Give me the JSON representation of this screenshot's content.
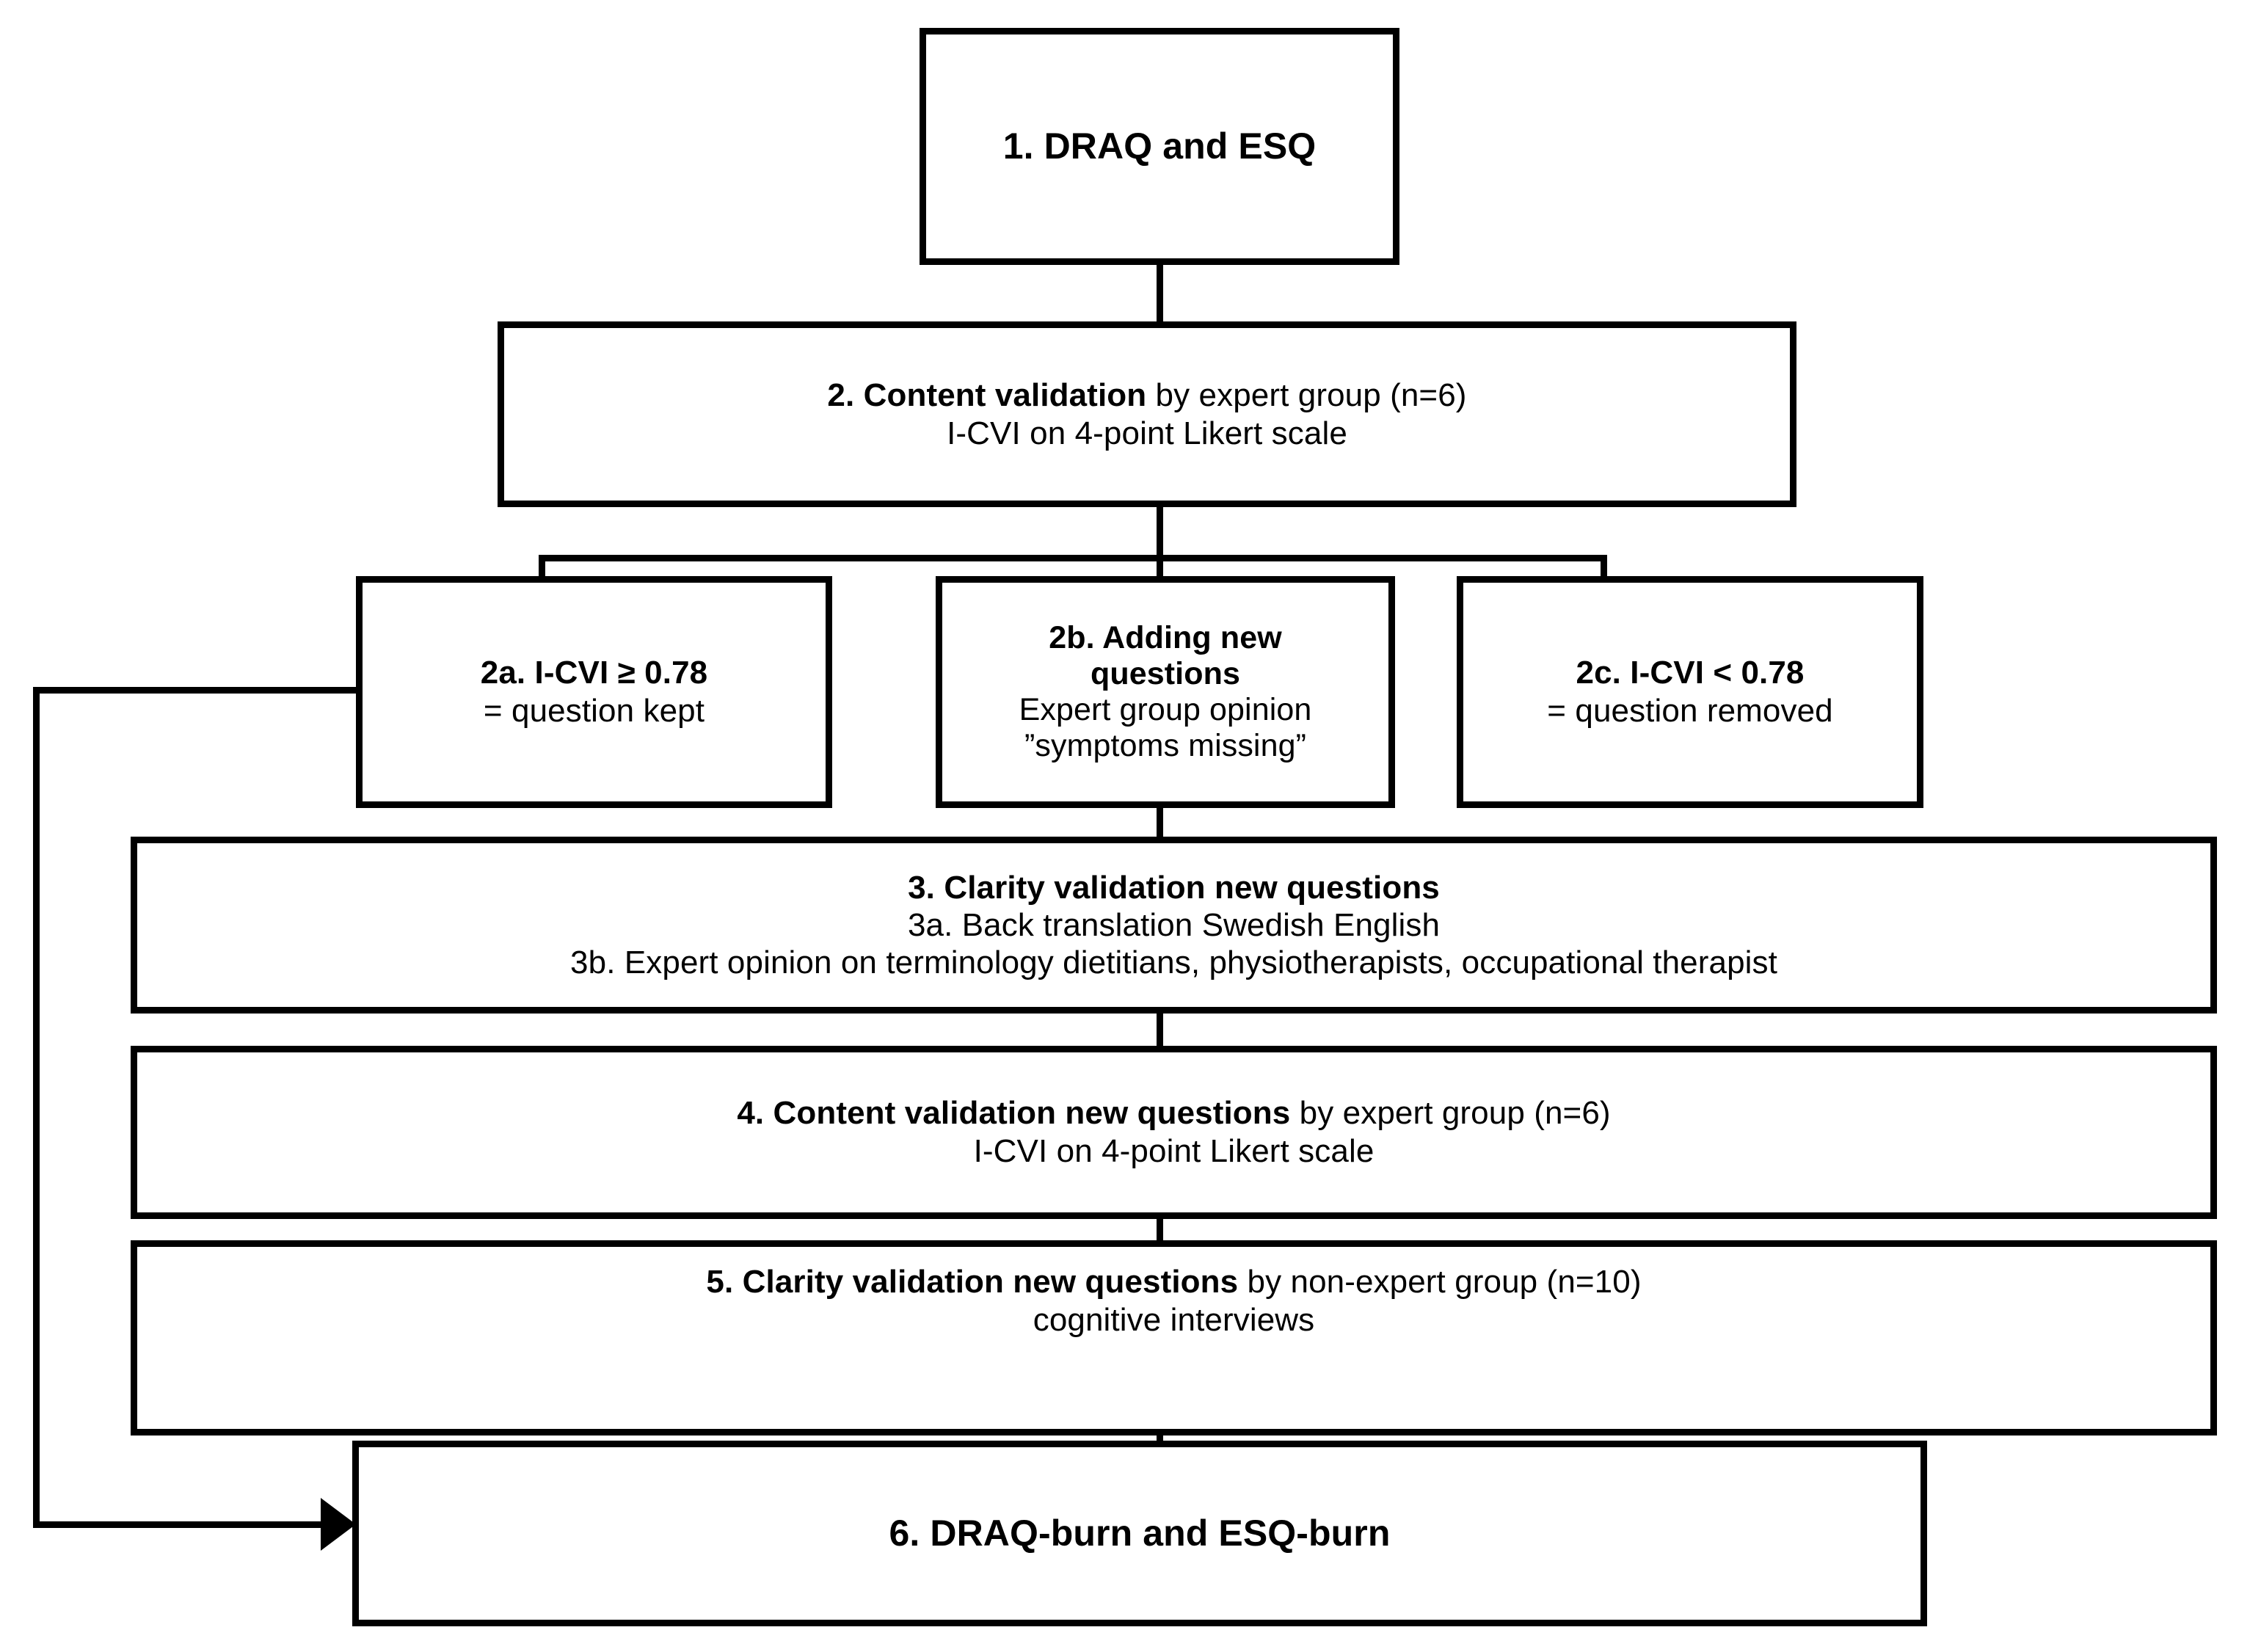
{
  "diagram": {
    "title": "Questionnaire development and validation flowchart",
    "accent_color": "#000000",
    "background_color": "#ffffff"
  },
  "nodes": {
    "n1": {
      "id": "1",
      "line1": "1. DRAQ and ESQ"
    },
    "n2": {
      "id": "2",
      "line1_bold": "2. Content validation",
      "line1_rest": " by expert group (n=6)",
      "line2": "I-CVI on 4-point Likert scale"
    },
    "n2a": {
      "id": "2a",
      "line1": "2a. I-CVI ≥ 0.78",
      "line2": "= question kept"
    },
    "n2b": {
      "id": "2b",
      "line1": "2b. Adding new",
      "line2": "questions",
      "line3": "Expert group opinion",
      "line4": "”symptoms missing”"
    },
    "n2c": {
      "id": "2c",
      "line1": "2c. I-CVI < 0.78",
      "line2": "= question removed"
    },
    "n3": {
      "id": "3",
      "line1": "3. Clarity validation new questions",
      "line2": "3a. Back translation Swedish English",
      "line3": "3b. Expert opinion on terminology dietitians, physiotherapists, occupational therapist"
    },
    "n4": {
      "id": "4",
      "line1_bold": "4. Content validation new questions",
      "line1_rest": " by expert group (n=6)",
      "line2": "I-CVI on 4-point Likert scale"
    },
    "n5": {
      "id": "5",
      "line1_bold": "5. Clarity validation new questions",
      "line1_rest": " by non-expert group (n=10)",
      "line2": "cognitive interviews"
    },
    "n6": {
      "id": "6",
      "line1": "6. DRAQ-burn and ESQ-burn"
    }
  },
  "connectors": [
    {
      "name": "node-1-to-node-2",
      "kind": "vertical-line"
    },
    {
      "name": "node-2-to-branch-bar",
      "kind": "vertical-line"
    },
    {
      "name": "branch-bar",
      "kind": "horizontal-line"
    },
    {
      "name": "branch-drop-left-to-2a",
      "kind": "vertical-line"
    },
    {
      "name": "branch-drop-center-to-2b",
      "kind": "vertical-line"
    },
    {
      "name": "branch-drop-right-to-2c",
      "kind": "vertical-line"
    },
    {
      "name": "node-2b-to-node-3",
      "kind": "vertical-line"
    },
    {
      "name": "node-3-to-node-4",
      "kind": "vertical-line"
    },
    {
      "name": "node-4-to-node-5",
      "kind": "vertical-line"
    },
    {
      "name": "node-5-to-node-6",
      "kind": "vertical-line"
    },
    {
      "name": "node-2a-to-node-6-feedback",
      "kind": "elbow-arrow"
    }
  ]
}
